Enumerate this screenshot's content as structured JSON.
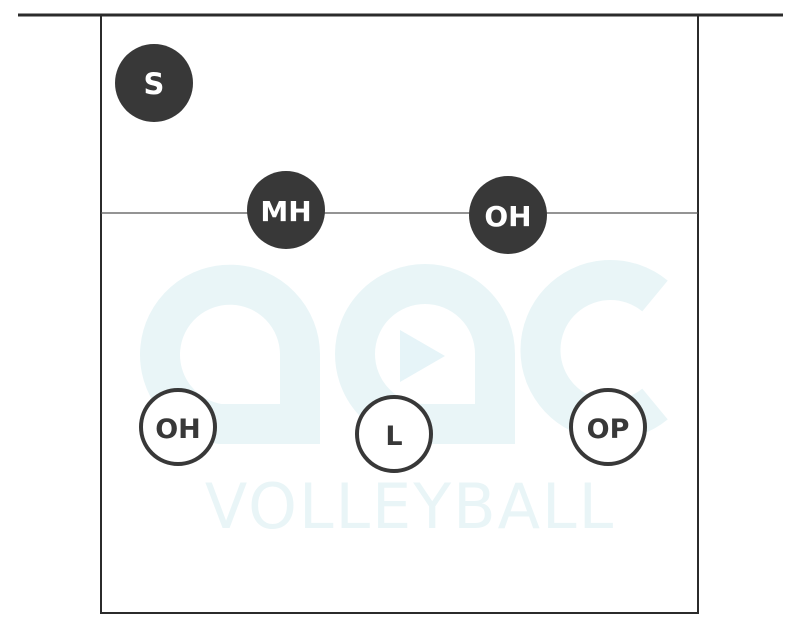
{
  "colors": {
    "line": "#2b2b2b",
    "thin_line": "#555555",
    "front_fill": "#383838",
    "front_text": "#ffffff",
    "back_fill": "#ffffff",
    "back_stroke": "#383838",
    "back_text": "#383838",
    "watermark": "#e9f5f7",
    "watermark_play": "#e6f4f8"
  },
  "watermark": {
    "text": "VOLLEYBALL"
  },
  "players": [
    {
      "id": "s",
      "label": "S",
      "row": "front",
      "style": "filled"
    },
    {
      "id": "mh",
      "label": "MH",
      "row": "front",
      "style": "filled"
    },
    {
      "id": "oh-front",
      "label": "OH",
      "row": "front",
      "style": "filled"
    },
    {
      "id": "oh-back",
      "label": "OH",
      "row": "back",
      "style": "outline"
    },
    {
      "id": "l",
      "label": "L",
      "row": "back",
      "style": "outline"
    },
    {
      "id": "op",
      "label": "OP",
      "row": "back",
      "style": "outline"
    }
  ]
}
